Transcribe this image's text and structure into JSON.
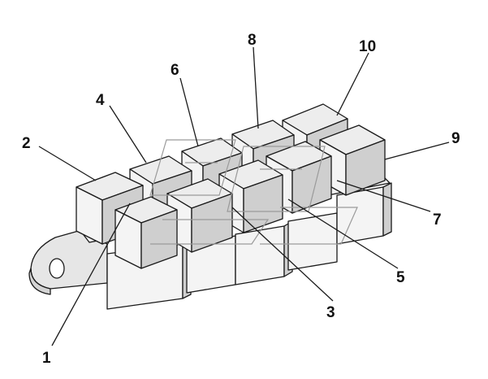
{
  "diagram": {
    "callouts": [
      {
        "id": "1",
        "label": "1"
      },
      {
        "id": "2",
        "label": "2"
      },
      {
        "id": "3",
        "label": "3"
      },
      {
        "id": "4",
        "label": "4"
      },
      {
        "id": "5",
        "label": "5"
      },
      {
        "id": "6",
        "label": "6"
      },
      {
        "id": "7",
        "label": "7"
      },
      {
        "id": "8",
        "label": "8"
      },
      {
        "id": "9",
        "label": "9"
      },
      {
        "id": "10",
        "label": "10"
      }
    ],
    "colors": {
      "line": "#1a1a1a",
      "top_face": "#ededed",
      "front_face": "#f4f4f4",
      "side_face": "#cfcfcf",
      "watermark": "#9a9a9a"
    }
  }
}
